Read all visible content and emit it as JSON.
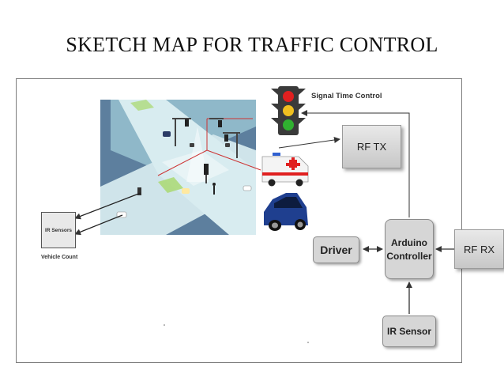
{
  "title": "SKETCH MAP FOR TRAFFIC CONTROL",
  "labels": {
    "signal_time_control": "Signal Time Control",
    "rf_tx": "RF TX",
    "rf_rx": "RF RX",
    "driver": "Driver",
    "arduino_line1": "Arduino",
    "arduino_line2": "Controller",
    "ir_sensor": "IR Sensor",
    "ir_sensors": "IR Sensors",
    "vehicle_count": "Vehicle Count"
  },
  "icons": [
    "traffic-light-icon",
    "ambulance-icon",
    "car-icon"
  ],
  "colors": {
    "road": "#d8ecf0",
    "water": "#5d7f9e",
    "grass": "#a4d0d8",
    "signal_red": "#e02020",
    "signal_yellow": "#f0c020",
    "signal_green": "#30b030",
    "car_blue": "#1f3f8f"
  }
}
